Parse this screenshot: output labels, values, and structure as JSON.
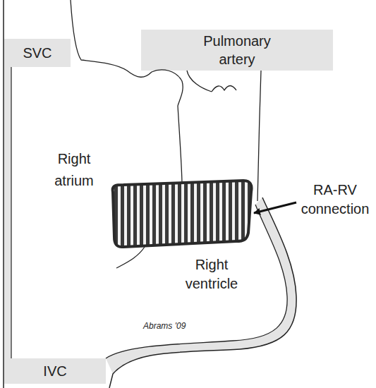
{
  "diagram": {
    "nodes": [
      {
        "text": [
          "SVC"
        ]
      },
      {
        "text": [
          "Pulmonary artery"
        ]
      },
      {
        "text": [
          "IVC"
        ]
      }
    ],
    "labels": [
      "Right atrium",
      "RA-RV connection",
      "Right ventricle",
      "Abrams '09"
    ]
  }
}
